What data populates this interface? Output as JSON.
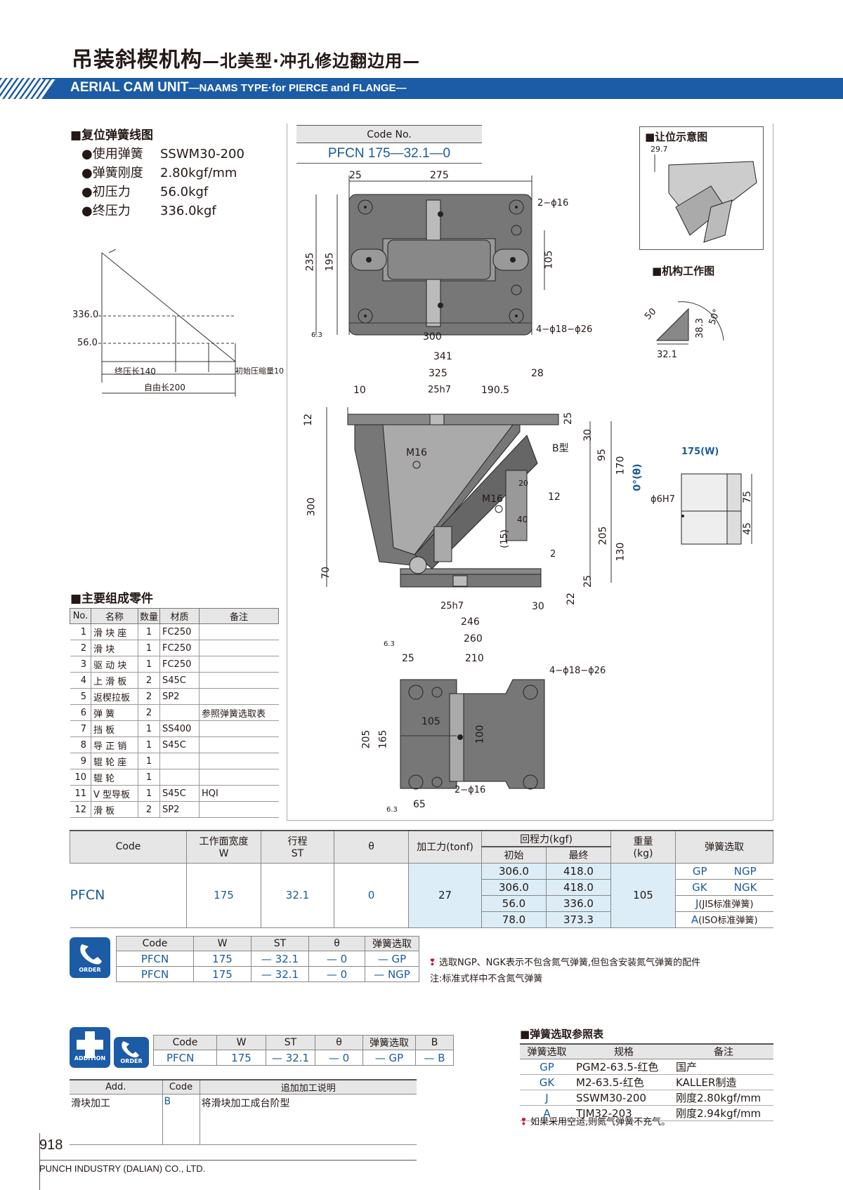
{
  "header": {
    "title_cn": "吊装斜楔机构",
    "title_cn_sub": "—北美型·冲孔修边翻边用—",
    "title_en": "AERIAL CAM UNIT",
    "title_en_sub": "—NAAMS TYPE·for PIERCE and FLANGE—"
  },
  "spring": {
    "heading": "■复位弹簧线图",
    "items": [
      {
        "k": "●使用弹簧",
        "v": "SSWM30-200"
      },
      {
        "k": "●弹簧刚度",
        "v": "2.80kgf/mm"
      },
      {
        "k": "●初压力",
        "v": "56.0kgf"
      },
      {
        "k": "●终压力",
        "v": "336.0kgf"
      }
    ],
    "chart": {
      "y_hi": "336.0",
      "y_lo": "56.0",
      "end_len": "终压长140",
      "init_comp": "初始压缩量10",
      "free_len": "自由长200"
    }
  },
  "code_box": {
    "label": "Code No.",
    "value": "PFCN 175—32.1—0"
  },
  "side_notes": {
    "clearance": "■让位示意图",
    "clearance_dim": "29.7",
    "mechanism": "■机构工作图",
    "w_label": "175(W)",
    "angle": "0°(θ)",
    "btype": "B型"
  },
  "dims": {
    "top": [
      "25",
      "275",
      "2−ϕ16",
      "105",
      "235",
      "195",
      "300",
      "4−ϕ18−ϕ26",
      "6.3"
    ],
    "front": [
      "341",
      "325",
      "28",
      "10",
      "25h7",
      "190.5",
      "12",
      "M16",
      "M16",
      "300",
      "70",
      "25",
      "30",
      "95",
      "170",
      "20",
      "12",
      "40",
      "(15)",
      "205",
      "130",
      "2",
      "25",
      "22",
      "25h7",
      "30",
      "246",
      "260",
      "6.3"
    ],
    "bottom": [
      "25",
      "210",
      "4−ϕ18−ϕ26",
      "105",
      "100",
      "205",
      "165",
      "2−ϕ16",
      "65",
      "6.3"
    ],
    "mech": [
      "50",
      "38.3",
      "50°",
      "32.1"
    ],
    "side": [
      "ϕ6H7",
      "75",
      "45"
    ]
  },
  "parts": {
    "heading": "■主要组成零件",
    "headers": [
      "No.",
      "名称",
      "数量",
      "材质",
      "备注"
    ],
    "rows": [
      [
        "1",
        "滑 块 座",
        "1",
        "FC250",
        ""
      ],
      [
        "2",
        "滑 块",
        "1",
        "FC250",
        ""
      ],
      [
        "3",
        "驱 动 块",
        "1",
        "FC250",
        ""
      ],
      [
        "4",
        "上 滑 板",
        "2",
        "S45C",
        ""
      ],
      [
        "5",
        "返楔拉板",
        "2",
        "SP2",
        ""
      ],
      [
        "6",
        "弹 簧",
        "2",
        "",
        "参照弹簧选取表"
      ],
      [
        "7",
        "挡 板",
        "1",
        "SS400",
        ""
      ],
      [
        "8",
        "导 正 销",
        "1",
        "S45C",
        ""
      ],
      [
        "9",
        "辊 轮 座",
        "1",
        "",
        ""
      ],
      [
        "10",
        "辊 轮",
        "1",
        "",
        ""
      ],
      [
        "11",
        "V 型导板",
        "1",
        "S45C",
        "HQI"
      ],
      [
        "12",
        "滑 板",
        "2",
        "SP2",
        ""
      ]
    ]
  },
  "main_table": {
    "h_code": "Code",
    "h_w": "工作面宽度",
    "h_w2": "W",
    "h_st": "行程",
    "h_st2": "ST",
    "h_theta": "θ",
    "h_force": "加工力(tonf)",
    "h_return": "回程力(kgf)",
    "h_init": "初始",
    "h_final": "最终",
    "h_weight": "重量",
    "h_weight2": "(kg)",
    "h_spring": "弹簧选取",
    "code": "PFCN",
    "w": "175",
    "st": "32.1",
    "theta": "0",
    "force": "27",
    "weight": "105",
    "rows": [
      {
        "i": "306.0",
        "f": "418.0",
        "s1": "GP",
        "s2": "NGP"
      },
      {
        "i": "306.0",
        "f": "418.0",
        "s1": "GK",
        "s2": "NGK"
      },
      {
        "i": "56.0",
        "f": "336.0",
        "s1": "J",
        "s2": "(JIS标准弹簧)"
      },
      {
        "i": "78.0",
        "f": "373.3",
        "s1": "A",
        "s2": "(ISO标准弹簧)"
      }
    ]
  },
  "order": {
    "icon": "ORDER",
    "headers": [
      "Code",
      "W",
      "ST",
      "θ",
      "弹簧选取"
    ],
    "rows": [
      [
        "PFCN",
        "175",
        "32.1",
        "0",
        "GP"
      ],
      [
        "PFCN",
        "175",
        "32.1",
        "0",
        "NGP"
      ]
    ],
    "note1": "选取NGP、NGK表示不包含氮气弹簧,但包含安装氮气弹簧的配件",
    "note2": "注:标准式样中不含氮气弹簧"
  },
  "addition": {
    "icon_add": "ADDITION",
    "icon_order": "ORDER",
    "headers": [
      "Code",
      "W",
      "ST",
      "θ",
      "弹簧选取",
      "B"
    ],
    "row": [
      "PFCN",
      "175",
      "32.1",
      "0",
      "GP",
      "B"
    ],
    "add_headers": [
      "Add.",
      "Code",
      "追加加工说明"
    ],
    "add_row": [
      "滑块加工",
      "B",
      "将滑块加工成台阶型"
    ]
  },
  "spring_ref": {
    "heading": "■弹簧选取参照表",
    "headers": [
      "弹簧选取",
      "规格",
      "备注"
    ],
    "rows": [
      [
        "GP",
        "PGM2-63.5-红色",
        "国产"
      ],
      [
        "GK",
        "M2-63.5-红色",
        "KALLER制造"
      ],
      [
        "J",
        "SSWM30-200",
        "刚度2.80kgf/mm"
      ],
      [
        "A",
        "TJM32-203",
        "刚度2.94kgf/mm"
      ]
    ],
    "note": "如果采用空运,则氮气弹簧不充气。"
  },
  "footer": {
    "page": "918",
    "company": "PUNCH INDUSTRY (DALIAN) CO., LTD."
  }
}
